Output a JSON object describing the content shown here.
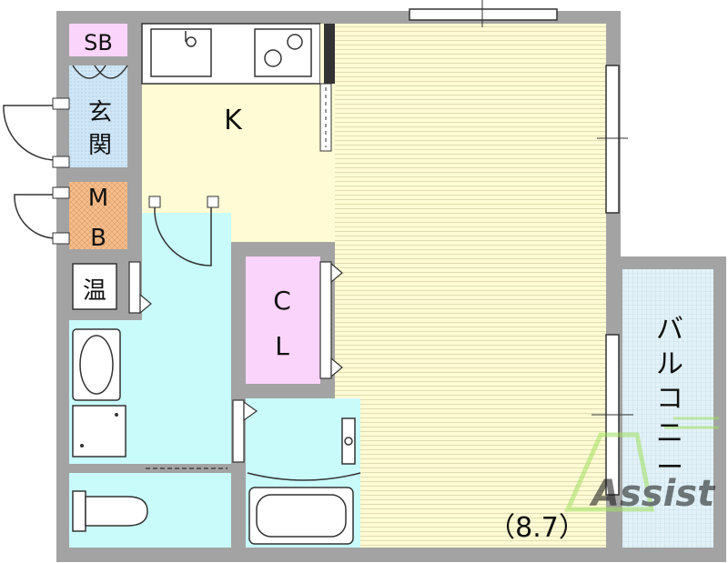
{
  "rooms": {
    "sb": "SB",
    "genkan": [
      "玄",
      "関"
    ],
    "mb": [
      "M",
      "B"
    ],
    "onsui": "温",
    "kitchen": "K",
    "closet": [
      "C",
      "L"
    ],
    "balcony": [
      "バ",
      "ル",
      "コ",
      "ニ",
      "ー"
    ],
    "main_room_size": "（8.7）"
  },
  "watermark": "Assist",
  "colors": {
    "wall": "#a3a3a3",
    "main_room": "#fffbd4",
    "kitchen": "#fffbd4",
    "wet_area": "#c9fbfb",
    "closet": "#fbd4fb",
    "sb": "#fbd4fb",
    "genkan": "#cfe6f7",
    "mb": "#f6be8c",
    "balcony": "#e2f2f8",
    "watermark": "#9fe05e"
  }
}
